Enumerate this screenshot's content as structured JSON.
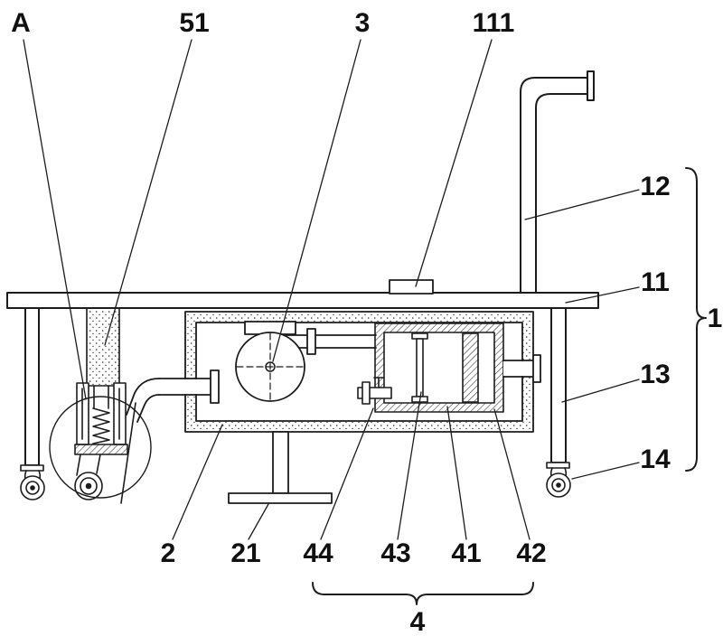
{
  "colors": {
    "background": "#ffffff",
    "line": "#1c1c1c"
  },
  "labels": {
    "detail_a": "A",
    "n51": "51",
    "n3": "3",
    "n111": "111",
    "n12": "12",
    "n11": "11",
    "n1": "1",
    "n13": "13",
    "n14": "14",
    "n2": "2",
    "n21": "21",
    "n44": "44",
    "n43": "43",
    "n41": "41",
    "n42": "42",
    "n4": "4"
  }
}
